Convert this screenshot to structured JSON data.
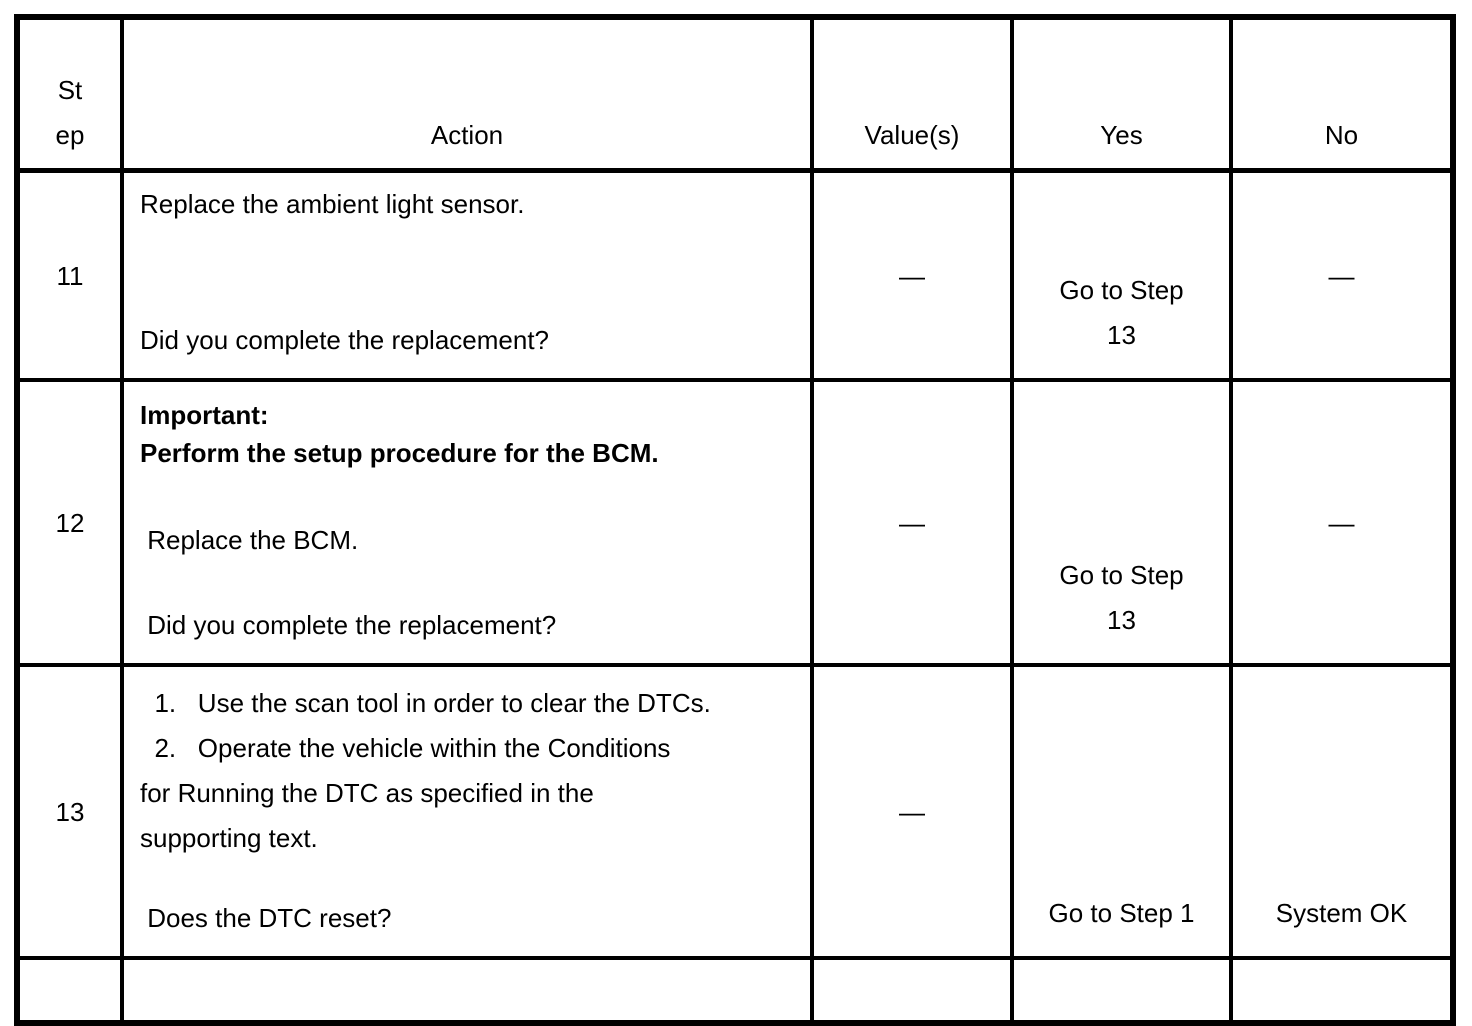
{
  "colors": {
    "border": "#000000",
    "text": "#000000",
    "background": "#ffffff"
  },
  "table": {
    "headers": {
      "step": "St\nep",
      "action": "Action",
      "values": "Value(s)",
      "yes": "Yes",
      "no": "No"
    },
    "rows": [
      {
        "step": "11",
        "action_blocks": [
          "Replace the ambient light sensor.",
          "Did you complete the replacement?"
        ],
        "value": "—",
        "yes": "Go to Step\n13",
        "no": "—"
      },
      {
        "step": "12",
        "important": "Important:\nPerform the setup procedure for the BCM.",
        "action_blocks": [
          " Replace the BCM.",
          " Did you complete the replacement?"
        ],
        "value": "—",
        "yes": "Go to Step\n13",
        "no": "—"
      },
      {
        "step": "13",
        "action_blocks": [
          "  1.   Use the scan tool in order to clear the DTCs.\n  2.   Operate the vehicle within the Conditions\nfor Running the DTC as specified in the\nsupporting text.",
          " Does the DTC reset?"
        ],
        "value": "—",
        "yes": "Go to Step 1",
        "no": "System OK"
      }
    ]
  }
}
